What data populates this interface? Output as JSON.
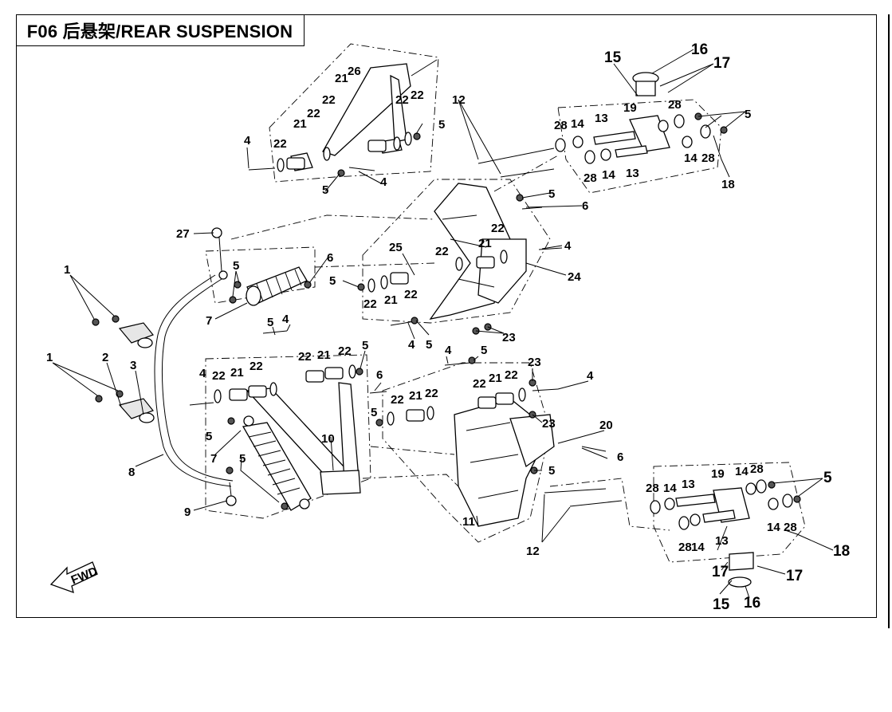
{
  "title": "F06 后悬架/REAR SUSPENSION",
  "fwd_arrow_text": "FWD",
  "callouts": [
    {
      "id": "c1a",
      "text": "1"
    },
    {
      "id": "c1b",
      "text": "1"
    },
    {
      "id": "c2",
      "text": "2"
    },
    {
      "id": "c3",
      "text": "3"
    },
    {
      "id": "c4a",
      "text": "4"
    },
    {
      "id": "c4b",
      "text": "4"
    },
    {
      "id": "c4c",
      "text": "4"
    },
    {
      "id": "c4d",
      "text": "4"
    },
    {
      "id": "c4e",
      "text": "4"
    },
    {
      "id": "c4f",
      "text": "4"
    },
    {
      "id": "c4g",
      "text": "4"
    },
    {
      "id": "c4h",
      "text": "4"
    },
    {
      "id": "c5a",
      "text": "5"
    },
    {
      "id": "c5b",
      "text": "5"
    },
    {
      "id": "c5c",
      "text": "5"
    },
    {
      "id": "c5d",
      "text": "5"
    },
    {
      "id": "c5e",
      "text": "5"
    },
    {
      "id": "c5f",
      "text": "5"
    },
    {
      "id": "c5g",
      "text": "5"
    },
    {
      "id": "c5h",
      "text": "5"
    },
    {
      "id": "c5i",
      "text": "5"
    },
    {
      "id": "c5j",
      "text": "5"
    },
    {
      "id": "c5k",
      "text": "5"
    },
    {
      "id": "c5l",
      "text": "5"
    },
    {
      "id": "c5m",
      "text": "5"
    },
    {
      "id": "c5n",
      "text": "5"
    },
    {
      "id": "c5o",
      "text": "5"
    },
    {
      "id": "c6a",
      "text": "6"
    },
    {
      "id": "c6b",
      "text": "6"
    },
    {
      "id": "c6c",
      "text": "6"
    },
    {
      "id": "c6d",
      "text": "6"
    },
    {
      "id": "c7a",
      "text": "7"
    },
    {
      "id": "c7b",
      "text": "7"
    },
    {
      "id": "c8",
      "text": "8"
    },
    {
      "id": "c9",
      "text": "9"
    },
    {
      "id": "c10",
      "text": "10"
    },
    {
      "id": "c11",
      "text": "11"
    },
    {
      "id": "c12a",
      "text": "12"
    },
    {
      "id": "c12b",
      "text": "12"
    },
    {
      "id": "c13a",
      "text": "13"
    },
    {
      "id": "c13b",
      "text": "13"
    },
    {
      "id": "c13c",
      "text": "13"
    },
    {
      "id": "c13d",
      "text": "13"
    },
    {
      "id": "c14a",
      "text": "14"
    },
    {
      "id": "c14b",
      "text": "14"
    },
    {
      "id": "c14c",
      "text": "14"
    },
    {
      "id": "c14d",
      "text": "14"
    },
    {
      "id": "c14e",
      "text": "14"
    },
    {
      "id": "c14f",
      "text": "14"
    },
    {
      "id": "c14g",
      "text": "14"
    },
    {
      "id": "c15a",
      "text": "15"
    },
    {
      "id": "c15b",
      "text": "15"
    },
    {
      "id": "c16a",
      "text": "16"
    },
    {
      "id": "c16b",
      "text": "16"
    },
    {
      "id": "c17a",
      "text": "17"
    },
    {
      "id": "c17b",
      "text": "17"
    },
    {
      "id": "c17c",
      "text": "17"
    },
    {
      "id": "c18a",
      "text": "18"
    },
    {
      "id": "c18b",
      "text": "18"
    },
    {
      "id": "c19a",
      "text": "19"
    },
    {
      "id": "c19b",
      "text": "19"
    },
    {
      "id": "c20",
      "text": "20"
    },
    {
      "id": "c21a",
      "text": "21"
    },
    {
      "id": "c21b",
      "text": "21"
    },
    {
      "id": "c21c",
      "text": "21"
    },
    {
      "id": "c21d",
      "text": "21"
    },
    {
      "id": "c21e",
      "text": "21"
    },
    {
      "id": "c21f",
      "text": "21"
    },
    {
      "id": "c21g",
      "text": "21"
    },
    {
      "id": "c21h",
      "text": "21"
    },
    {
      "id": "c21i",
      "text": "21"
    },
    {
      "id": "c22a",
      "text": "22"
    },
    {
      "id": "c22b",
      "text": "22"
    },
    {
      "id": "c22c",
      "text": "22"
    },
    {
      "id": "c22d",
      "text": "22"
    },
    {
      "id": "c22e",
      "text": "22"
    },
    {
      "id": "c22f",
      "text": "22"
    },
    {
      "id": "c22g",
      "text": "22"
    },
    {
      "id": "c22h",
      "text": "22"
    },
    {
      "id": "c22i",
      "text": "22"
    },
    {
      "id": "c22j",
      "text": "22"
    },
    {
      "id": "c22k",
      "text": "22"
    },
    {
      "id": "c22l",
      "text": "22"
    },
    {
      "id": "c22m",
      "text": "22"
    },
    {
      "id": "c22n",
      "text": "22"
    },
    {
      "id": "c22o",
      "text": "22"
    },
    {
      "id": "c22p",
      "text": "22"
    },
    {
      "id": "c22q",
      "text": "22"
    },
    {
      "id": "c22r",
      "text": "22"
    },
    {
      "id": "c23a",
      "text": "23"
    },
    {
      "id": "c23b",
      "text": "23"
    },
    {
      "id": "c23c",
      "text": "23"
    },
    {
      "id": "c24",
      "text": "24"
    },
    {
      "id": "c25",
      "text": "25"
    },
    {
      "id": "c26",
      "text": "26"
    },
    {
      "id": "c27",
      "text": "27"
    },
    {
      "id": "c28a",
      "text": "28"
    },
    {
      "id": "c28b",
      "text": "28"
    },
    {
      "id": "c28c",
      "text": "28"
    },
    {
      "id": "c28d",
      "text": "28"
    },
    {
      "id": "c28e",
      "text": "28"
    },
    {
      "id": "c28f",
      "text": "28"
    },
    {
      "id": "c28g",
      "text": "28"
    },
    {
      "id": "c28h",
      "text": "28"
    }
  ]
}
